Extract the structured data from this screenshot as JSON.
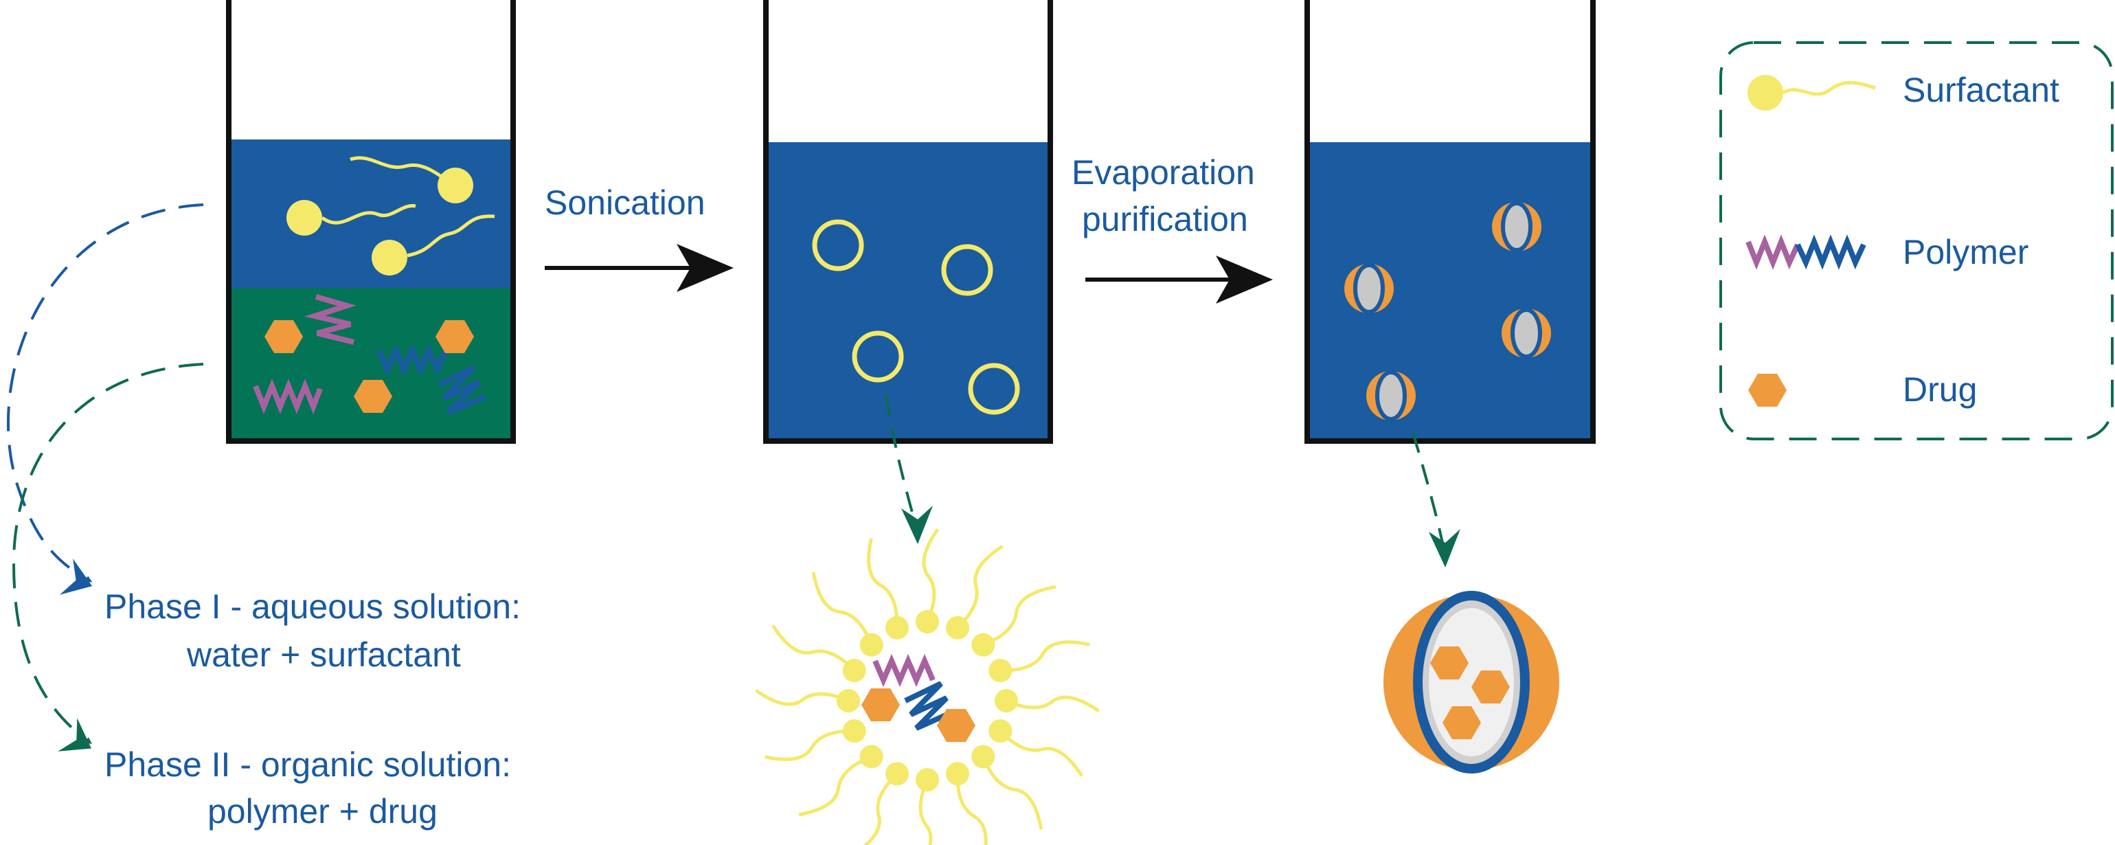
{
  "steps": {
    "sonication": "Sonication",
    "evaporation_line1": "Evaporation",
    "evaporation_line2": "purification"
  },
  "phases": {
    "phase1_line1": "Phase I - aqueous solution:",
    "phase1_line2": "water + surfactant",
    "phase2_line1": "Phase II - organic solution:",
    "phase2_line2": "polymer + drug"
  },
  "legend": {
    "surfactant": "Surfactant",
    "polymer": "Polymer",
    "drug": "Drug"
  },
  "colors": {
    "water_blue": "#1b5ba0",
    "organic_green": "#047457",
    "surfactant_yellow": "#f4e96a",
    "drug_orange": "#ef9a3c",
    "polymer_purple": "#a8619f",
    "polymer_blue": "#1a5aa0",
    "arrow_green": "#0e6b52",
    "text_blue": "#1a5aa0"
  }
}
